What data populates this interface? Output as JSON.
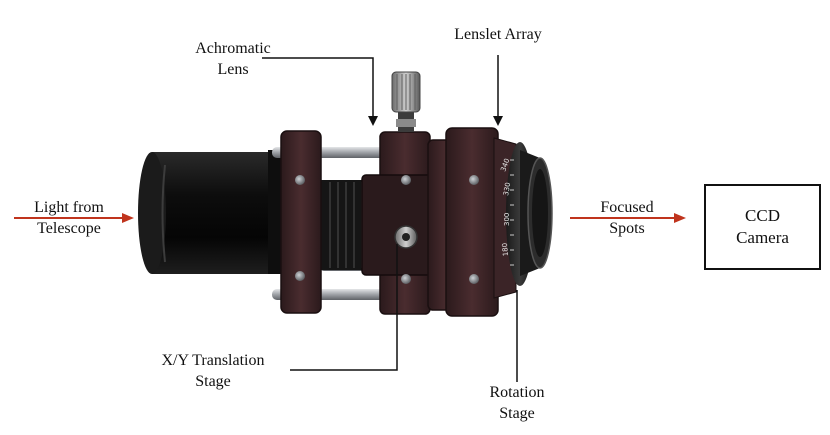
{
  "labels": {
    "achromatic_lens": [
      "Achromatic",
      "Lens"
    ],
    "lenslet_array": "Lenslet Array",
    "light_from_telescope": [
      "Light from",
      "Telescope"
    ],
    "focused_spots": [
      "Focused",
      "Spots"
    ],
    "ccd_camera": [
      "CCD",
      "Camera"
    ],
    "xy_translation_stage": [
      "X/Y Translation",
      "Stage"
    ],
    "rotation_stage": [
      "Rotation",
      "Stage"
    ]
  },
  "dial_markings": [
    "340",
    "330",
    "300",
    "180"
  ],
  "colors": {
    "input_output_arrows": "#c0341d",
    "leader_lines": "#111111",
    "anodized_body": "#3a2325",
    "tube_black": "#141414",
    "steel_rods": "#b9bcc0",
    "background": "#ffffff"
  }
}
